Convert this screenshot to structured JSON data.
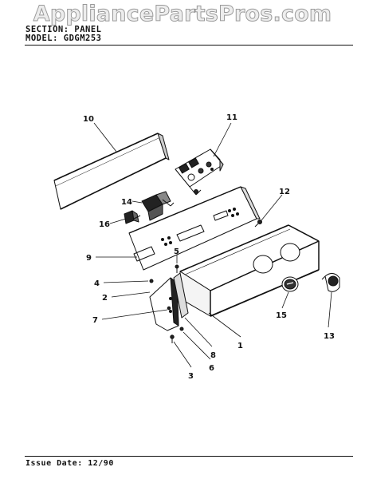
{
  "watermark": "AppliancePartsPros.com",
  "header": {
    "section": "SECTION: PANEL",
    "model": "MODEL: GDGM253"
  },
  "footer": {
    "issue_date": "Issue Date: 12/90"
  },
  "callouts": [
    "1",
    "2",
    "3",
    "4",
    "5",
    "6",
    "7",
    "8",
    "9",
    "10",
    "11",
    "12",
    "13",
    "14",
    "15",
    "16"
  ]
}
